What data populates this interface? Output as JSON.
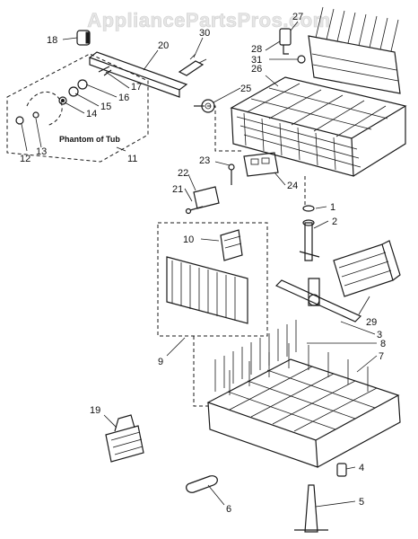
{
  "watermark": "AppliancePartsPros.com",
  "tub_label": "Phantom of Tub",
  "colors": {
    "ink": "#1a1a1a",
    "background": "#ffffff",
    "watermark": "#e6e6e6"
  },
  "callouts": {
    "c1": "1",
    "c2": "2",
    "c3": "3",
    "c4": "4",
    "c5": "5",
    "c6": "6",
    "c7": "7",
    "c8": "8",
    "c9": "9",
    "c10": "10",
    "c11": "11",
    "c12": "12",
    "c13": "13",
    "c14": "14",
    "c15": "15",
    "c16": "16",
    "c17": "17",
    "c18": "18",
    "c19": "19",
    "c20": "20",
    "c21": "21",
    "c22": "22",
    "c23": "23",
    "c24": "24",
    "c25": "25",
    "c26": "26",
    "c27": "27",
    "c28": "28",
    "c29": "29",
    "c30": "30",
    "c31": "31"
  }
}
